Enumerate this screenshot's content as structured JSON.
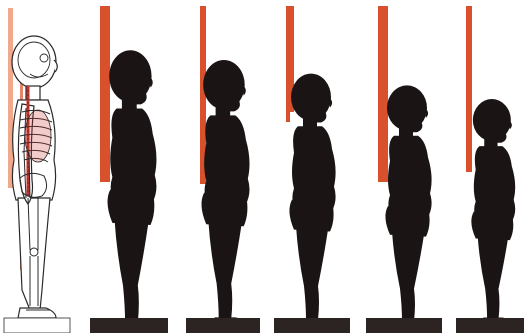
{
  "diagram": {
    "figure_count": 6,
    "figures": [
      {
        "kind": "skeleton-outline"
      },
      {
        "kind": "silhouette"
      },
      {
        "kind": "silhouette"
      },
      {
        "kind": "silhouette"
      },
      {
        "kind": "silhouette"
      },
      {
        "kind": "silhouette"
      }
    ],
    "colors": {
      "background": "#ffffff",
      "silhouette": "#1a1514",
      "plumb_line": "#d9512c",
      "plumb_line_light": "#ee9a7a",
      "platform": "#2b2422",
      "skeleton_line": "#2a2a2a",
      "skeleton_fill": "#ffffff",
      "spine_red": "#c8322a"
    }
  }
}
